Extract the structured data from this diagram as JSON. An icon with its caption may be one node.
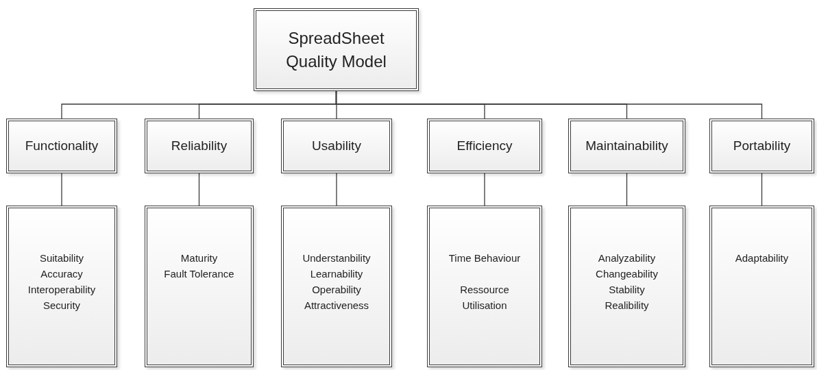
{
  "diagram": {
    "nodes": [
      {
        "text": [
          "SpreadSheet Quality Model"
        ]
      },
      {
        "text": [
          "Functionality"
        ]
      },
      {
        "text": [
          "Reliability"
        ]
      },
      {
        "text": [
          "Usability"
        ]
      },
      {
        "text": [
          "Efficiency"
        ]
      },
      {
        "text": [
          "Maintainability"
        ]
      },
      {
        "text": [
          "Portability"
        ]
      },
      {
        "text": [
          "Suitability",
          "Accuracy",
          "Interoperability",
          "Security"
        ]
      },
      {
        "text": [
          "Maturity",
          "Fault Tolerance"
        ]
      },
      {
        "text": [
          "Understanbility",
          "Learnability",
          "Operability",
          "Attractiveness"
        ]
      },
      {
        "text": [
          "Time Behaviour",
          "Ressource Utilisation"
        ]
      },
      {
        "text": [
          "Analyzability",
          "Changeability",
          "Stability",
          "Realibility"
        ]
      },
      {
        "text": [
          "Adaptability"
        ]
      }
    ],
    "edges": [
      {
        "from": 0,
        "to": 1,
        "arrow": "none"
      },
      {
        "from": 0,
        "to": 2,
        "arrow": "none"
      },
      {
        "from": 0,
        "to": 3,
        "arrow": "none"
      },
      {
        "from": 0,
        "to": 4,
        "arrow": "none"
      },
      {
        "from": 0,
        "to": 5,
        "arrow": "none"
      },
      {
        "from": 0,
        "to": 6,
        "arrow": "none"
      },
      {
        "from": 1,
        "to": 7,
        "arrow": "none"
      },
      {
        "from": 2,
        "to": 8,
        "arrow": "none"
      },
      {
        "from": 3,
        "to": 9,
        "arrow": "none"
      },
      {
        "from": 4,
        "to": 10,
        "arrow": "none"
      },
      {
        "from": 5,
        "to": 11,
        "arrow": "none"
      },
      {
        "from": 6,
        "to": 12,
        "arrow": "none"
      }
    ]
  }
}
